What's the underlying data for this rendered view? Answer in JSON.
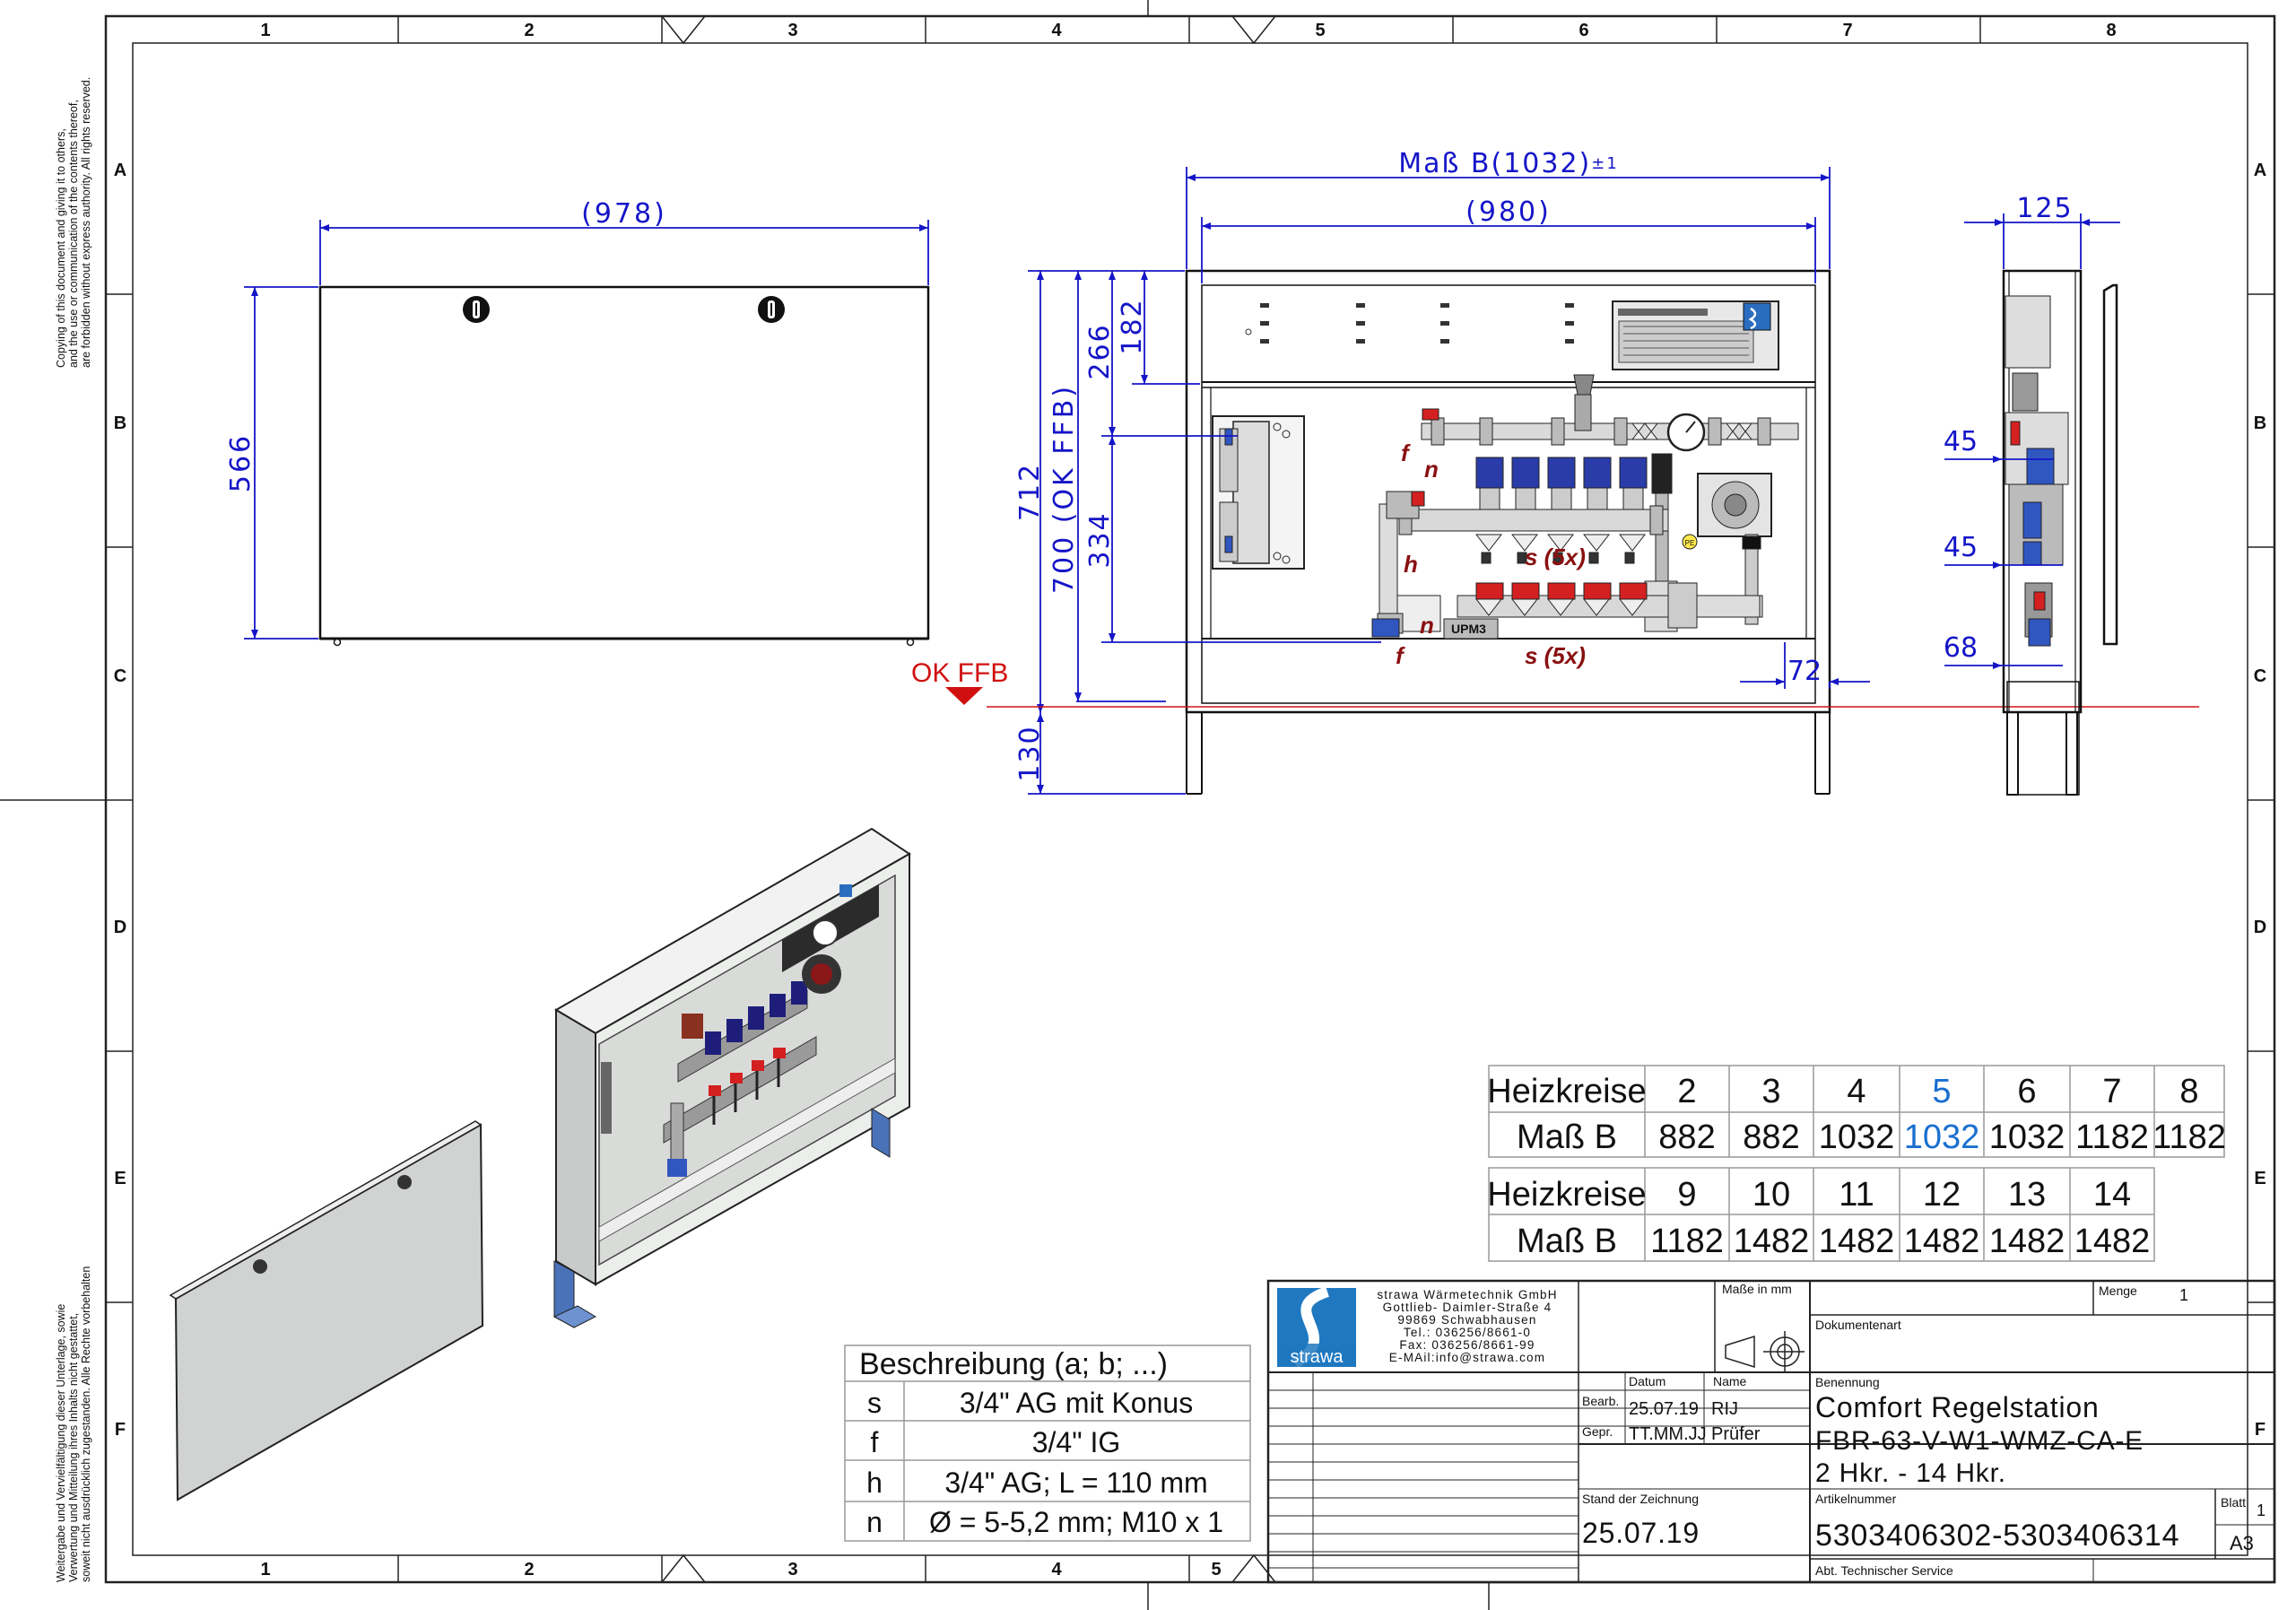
{
  "frame": {
    "columns": [
      "1",
      "2",
      "3",
      "4",
      "5",
      "6",
      "7",
      "8"
    ],
    "rows": [
      "A",
      "B",
      "C",
      "D",
      "E",
      "F"
    ],
    "bottom_columns": [
      "1",
      "2",
      "3",
      "4",
      "5"
    ],
    "copyright_en": [
      "Copying of this document and giving it to others,",
      "and the use or communication of the contents thereof,",
      "are forbidden without express authority. All rights reserved."
    ],
    "copyright_de": [
      "Weitergabe und Vervielfältigung dieser Unterlage, sowie",
      "Verwertung und Mitteilung ihres Inhalts nicht gestattet,",
      "soweit nicht ausdrücklich zugestanden. Alle Rechte vorbehalten"
    ]
  },
  "dimensions": {
    "door_width": "(978)",
    "door_height": "566",
    "mass_b": "Maß B(1032)",
    "mass_b_tol": "±1",
    "inner_width": "(980)",
    "side_depth": "125",
    "h712": "712",
    "h700": "700 (OK FFB)",
    "h266": "266",
    "h182": "182",
    "h334": "334",
    "h130": "130",
    "d72": "72",
    "s45a": "45",
    "s45b": "45",
    "s68": "68"
  },
  "labels": {
    "ok_ffb": "OK FFB",
    "f_top": "f",
    "n_top": "n",
    "h": "h",
    "s_top": "s (5x)",
    "n_bottom": "n",
    "f_bottom": "f",
    "s_bottom": "s (5x)",
    "pump": "UPM3",
    "pe": "PE"
  },
  "heizkreise_table_1": {
    "row1_label": "Heizkreise",
    "row2_label": "Maß B",
    "kreise": [
      "2",
      "3",
      "4",
      "5",
      "6",
      "7",
      "8"
    ],
    "mass": [
      "882",
      "882",
      "1032",
      "1032",
      "1032",
      "1182",
      "1182"
    ],
    "highlight_index": 3
  },
  "heizkreise_table_2": {
    "row1_label": "Heizkreise",
    "row2_label": "Maß B",
    "kreise": [
      "9",
      "10",
      "11",
      "12",
      "13",
      "14"
    ],
    "mass": [
      "1182",
      "1482",
      "1482",
      "1482",
      "1482",
      "1482"
    ]
  },
  "description_table": {
    "header": "Beschreibung (a; b; ...)",
    "rows": [
      {
        "key": "s",
        "value": "3/4\" AG mit Konus"
      },
      {
        "key": "f",
        "value": "3/4\" IG"
      },
      {
        "key": "h",
        "value": "3/4\" AG; L = 110 mm"
      },
      {
        "key": "n",
        "value": "Ø = 5-5,2 mm; M10 x 1"
      }
    ]
  },
  "title_block": {
    "logo_text": "strawa",
    "company": [
      "strawa Wärmetechnik GmbH",
      "Gottlieb- Daimler-Straße 4",
      "99869 Schwabhausen",
      "Tel.: 036256/8661-0",
      "Fax: 036256/8661-99",
      "E-MAil:info@strawa.com"
    ],
    "masse_label": "Maße in mm",
    "menge_label": "Menge",
    "menge_value": "1",
    "dokumentenart_label": "Dokumentenart",
    "datum_label": "Datum",
    "name_label": "Name",
    "benennung_label": "Benennung",
    "bearb_label": "Bearb.",
    "bearb_date": "25.07.19",
    "bearb_name": "RIJ",
    "gepr_label": "Gepr.",
    "gepr_date": "TT.MM.JJ",
    "gepr_name": "Prüfer",
    "title_line1": "Comfort Regelstation",
    "title_line2": "FBR-63-V-W1-WMZ-CA-E",
    "title_line3": "2 Hkr. - 14 Hkr.",
    "stand_label": "Stand der Zeichnung",
    "stand_value": "25.07.19",
    "artikel_label": "Artikelnummer",
    "artikel_value": "5303406302-5303406314",
    "blatt_label": "Blatt",
    "blatt_value": "1",
    "format": "A3",
    "abteilung": "Abt. Technischer Service"
  },
  "colors": {
    "dimension": "#1515c8",
    "highlight": "#1a6fd0",
    "red": "#d01010",
    "label": "#8a1010"
  }
}
